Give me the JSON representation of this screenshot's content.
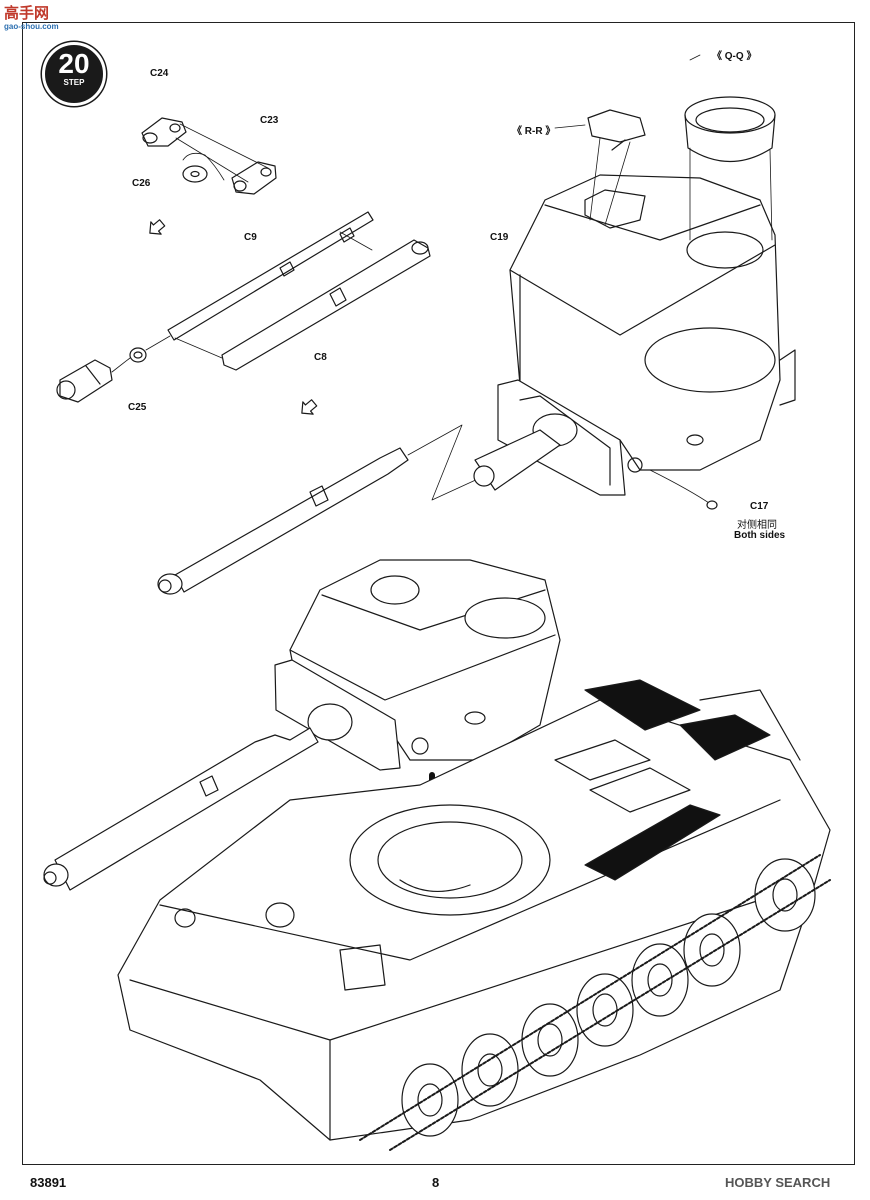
{
  "watermark": {
    "top_left_text": "高手网",
    "top_left_url": "gao-shou.com",
    "bottom_right": "HOBBY SEARCH"
  },
  "step": {
    "number": "20",
    "word": "STEP"
  },
  "labels": {
    "c24": "C24",
    "c23": "C23",
    "c26": "C26",
    "c9": "C9",
    "c8": "C8",
    "c25": "C25",
    "c19": "C19",
    "c17": "C17",
    "rr": "《 R-R 》",
    "qq": "《 Q-Q 》",
    "both_cn": "对侧相同",
    "both_en": "Both sides"
  },
  "footer": {
    "kit_number": "83891",
    "page_number": "8"
  }
}
